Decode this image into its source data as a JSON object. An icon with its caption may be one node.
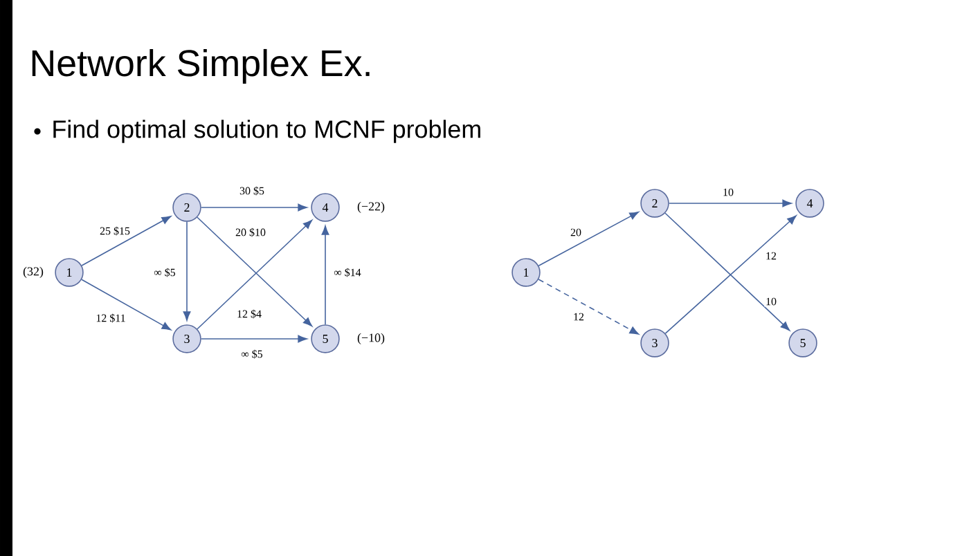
{
  "diagram": {
    "title": "Network Simplex Ex.",
    "nodes": [
      {
        "text": [
          "1"
        ],
        "beside": [
          "(32)"
        ]
      },
      {
        "text": [
          "2"
        ]
      },
      {
        "text": [
          "3"
        ]
      },
      {
        "text": [
          "4"
        ],
        "beside": [
          "(−22)"
        ]
      },
      {
        "text": [
          "5"
        ],
        "beside": [
          "(−10)"
        ]
      },
      {
        "text": [
          "1"
        ]
      },
      {
        "text": [
          "2"
        ]
      },
      {
        "text": [
          "3"
        ]
      },
      {
        "text": [
          "4"
        ]
      },
      {
        "text": [
          "5"
        ]
      }
    ],
    "edges": [
      {
        "from": 0,
        "to": 1,
        "arrow": "to",
        "label": "25 $15"
      },
      {
        "from": 0,
        "to": 2,
        "arrow": "to",
        "label": "12 $11"
      },
      {
        "from": 1,
        "to": 3,
        "arrow": "to",
        "label": "30 $5"
      },
      {
        "from": 1,
        "to": 2,
        "arrow": "to",
        "label": "∞ $5"
      },
      {
        "from": 1,
        "to": 4,
        "arrow": "to",
        "label": "20 $10"
      },
      {
        "from": 2,
        "to": 3,
        "arrow": "to",
        "label": "12 $4"
      },
      {
        "from": 2,
        "to": 4,
        "arrow": "to",
        "label": "∞ $5"
      },
      {
        "from": 4,
        "to": 3,
        "arrow": "to",
        "label": "∞ $14"
      },
      {
        "from": 5,
        "to": 6,
        "arrow": "to",
        "label": "20"
      },
      {
        "from": 5,
        "to": 7,
        "arrow": "to",
        "label": "12",
        "style": "dashed"
      },
      {
        "from": 6,
        "to": 8,
        "arrow": "to",
        "label": "10"
      },
      {
        "from": 6,
        "to": 9,
        "arrow": "to",
        "label": "10"
      },
      {
        "from": 7,
        "to": 8,
        "arrow": "to",
        "label": "12"
      }
    ],
    "labels": [
      "Find optimal solution to MCNF problem"
    ]
  }
}
